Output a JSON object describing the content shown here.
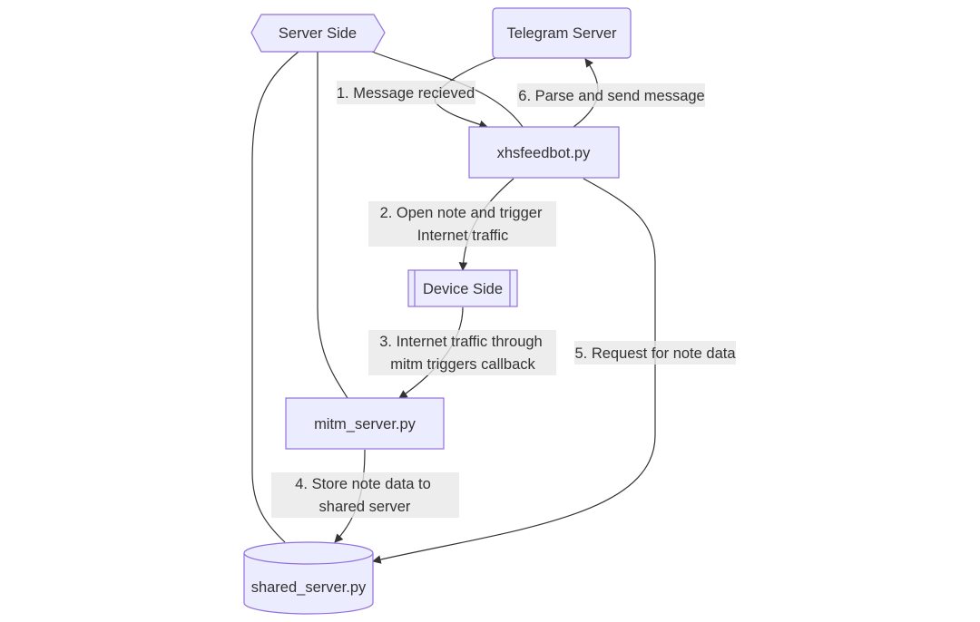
{
  "nodes": {
    "server_side": "Server Side",
    "telegram_server": "Telegram Server",
    "xhsfeedbot": "xhsfeedbot.py",
    "device_side": "Device Side",
    "mitm_server": "mitm_server.py",
    "shared_server": "shared_server.py"
  },
  "edges": {
    "e1": "1. Message recieved",
    "e2": [
      "2. Open note and trigger",
      "Internet traffic"
    ],
    "e3": [
      "3. Internet traffic through",
      "mitm triggers callback"
    ],
    "e4": [
      "4. Store note data to",
      "shared server"
    ],
    "e5": "5. Request for note data",
    "e6": "6. Parse and send message"
  },
  "colors": {
    "node_fill": "#ececff",
    "node_stroke": "#9370db",
    "edge": "#333333",
    "label_bg": "#e8e8e8"
  }
}
